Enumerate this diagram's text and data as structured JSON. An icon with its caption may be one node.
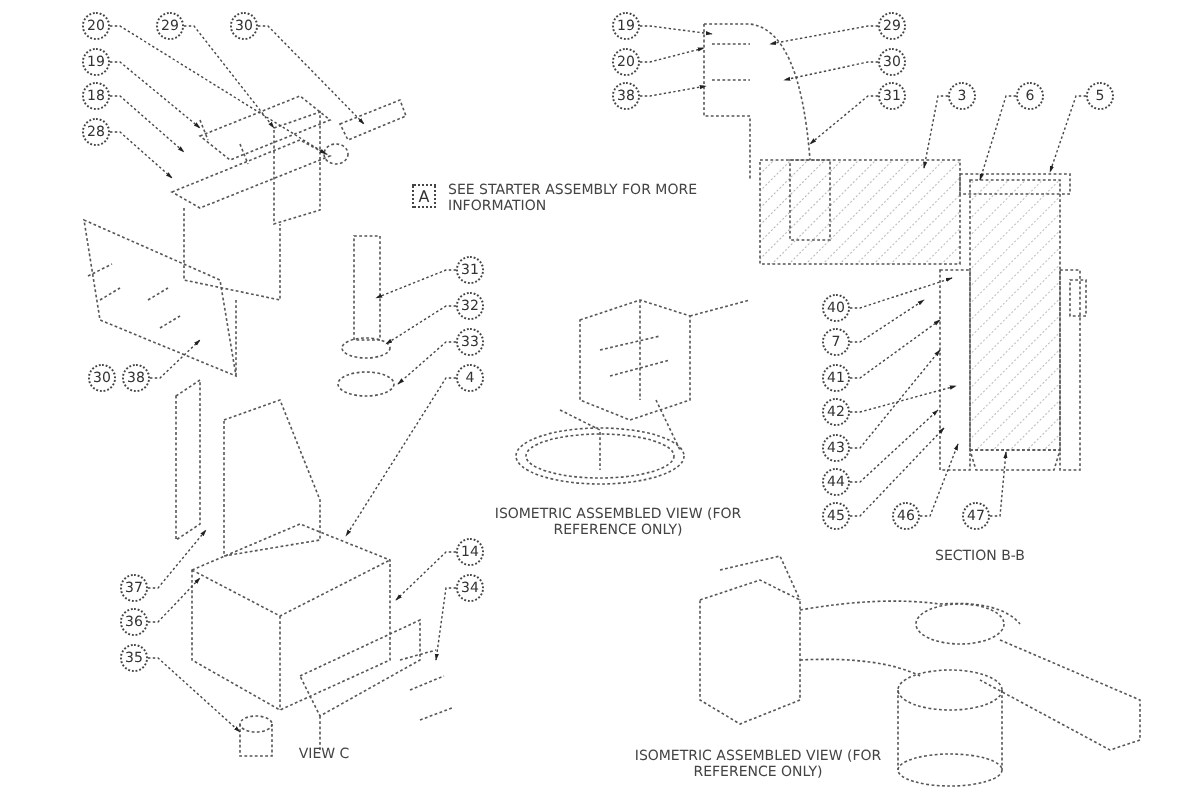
{
  "diagram": {
    "nodes": [
      {
        "text": [
          "20"
        ]
      },
      {
        "text": [
          "29"
        ]
      },
      {
        "text": [
          "30"
        ]
      },
      {
        "text": [
          "19"
        ]
      },
      {
        "text": [
          "18"
        ]
      },
      {
        "text": [
          "28"
        ]
      },
      {
        "text": [
          "30"
        ]
      },
      {
        "text": [
          "38"
        ]
      },
      {
        "text": [
          "31"
        ]
      },
      {
        "text": [
          "32"
        ]
      },
      {
        "text": [
          "33"
        ]
      },
      {
        "text": [
          "4"
        ]
      },
      {
        "text": [
          "37"
        ]
      },
      {
        "text": [
          "36"
        ]
      },
      {
        "text": [
          "35"
        ]
      },
      {
        "text": [
          "14"
        ]
      },
      {
        "text": [
          "34"
        ]
      },
      {
        "text": [
          "19"
        ]
      },
      {
        "text": [
          "20"
        ]
      },
      {
        "text": [
          "38"
        ]
      },
      {
        "text": [
          "29"
        ]
      },
      {
        "text": [
          "30"
        ]
      },
      {
        "text": [
          "31"
        ]
      },
      {
        "text": [
          "3"
        ]
      },
      {
        "text": [
          "6"
        ]
      },
      {
        "text": [
          "5"
        ]
      },
      {
        "text": [
          "40"
        ]
      },
      {
        "text": [
          "7"
        ]
      },
      {
        "text": [
          "41"
        ]
      },
      {
        "text": [
          "42"
        ]
      },
      {
        "text": [
          "43"
        ]
      },
      {
        "text": [
          "44"
        ]
      },
      {
        "text": [
          "45"
        ]
      },
      {
        "text": [
          "46"
        ]
      },
      {
        "text": [
          "47"
        ]
      }
    ],
    "edges": [
      {
        "from": 0,
        "to": null,
        "arrow": "to"
      },
      {
        "from": 1,
        "to": null,
        "arrow": "to"
      },
      {
        "from": 2,
        "to": null,
        "arrow": "to"
      },
      {
        "from": 3,
        "to": null,
        "arrow": "to"
      },
      {
        "from": 4,
        "to": null,
        "arrow": "to"
      },
      {
        "from": 5,
        "to": null,
        "arrow": "to"
      },
      {
        "from": 7,
        "to": null,
        "arrow": "to"
      },
      {
        "from": 8,
        "to": null,
        "arrow": "to"
      },
      {
        "from": 9,
        "to": null,
        "arrow": "to"
      },
      {
        "from": 10,
        "to": null,
        "arrow": "to"
      },
      {
        "from": 11,
        "to": null,
        "arrow": "to"
      },
      {
        "from": 12,
        "to": null,
        "arrow": "to"
      },
      {
        "from": 13,
        "to": null,
        "arrow": "to"
      },
      {
        "from": 14,
        "to": null,
        "arrow": "to"
      },
      {
        "from": 15,
        "to": null,
        "arrow": "to"
      },
      {
        "from": 16,
        "to": null,
        "arrow": "to"
      },
      {
        "from": 17,
        "to": null,
        "arrow": "to"
      },
      {
        "from": 18,
        "to": null,
        "arrow": "to"
      },
      {
        "from": 19,
        "to": null,
        "arrow": "to"
      },
      {
        "from": 20,
        "to": null,
        "arrow": "to"
      },
      {
        "from": 21,
        "to": null,
        "arrow": "to"
      },
      {
        "from": 22,
        "to": null,
        "arrow": "to"
      },
      {
        "from": 23,
        "to": null,
        "arrow": "to"
      },
      {
        "from": 24,
        "to": null,
        "arrow": "to"
      },
      {
        "from": 25,
        "to": null,
        "arrow": "to"
      },
      {
        "from": 26,
        "to": null,
        "arrow": "to"
      },
      {
        "from": 27,
        "to": null,
        "arrow": "to"
      },
      {
        "from": 28,
        "to": null,
        "arrow": "to"
      },
      {
        "from": 29,
        "to": null,
        "arrow": "to"
      },
      {
        "from": 30,
        "to": null,
        "arrow": "to"
      },
      {
        "from": 31,
        "to": null,
        "arrow": "to"
      },
      {
        "from": 32,
        "to": null,
        "arrow": "to"
      },
      {
        "from": 33,
        "to": null,
        "arrow": "to"
      },
      {
        "from": 34,
        "to": null,
        "arrow": "to"
      }
    ],
    "labels": [
      "A",
      "SEE STARTER ASSEMBLY FOR MORE INFORMATION",
      "ISOMETRIC ASSEMBLED VIEW (FOR REFERENCE ONLY)",
      "SECTION B-B",
      "VIEW C",
      "ISOMETRIC ASSEMBLED VIEW (FOR REFERENCE ONLY)"
    ]
  }
}
